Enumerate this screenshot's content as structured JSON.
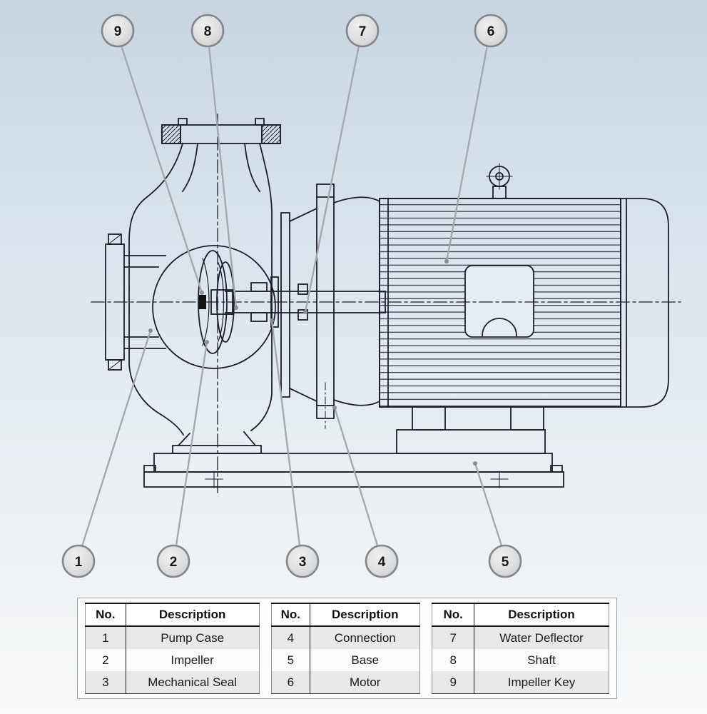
{
  "balloons": [
    {
      "label": "9"
    },
    {
      "label": "8"
    },
    {
      "label": "7"
    },
    {
      "label": "6"
    },
    {
      "label": "1"
    },
    {
      "label": "2"
    },
    {
      "label": "3"
    },
    {
      "label": "4"
    },
    {
      "label": "5"
    }
  ],
  "tables": [
    {
      "headers": {
        "no": "No.",
        "desc": "Description"
      },
      "rows": [
        {
          "no": "1",
          "desc": "Pump Case"
        },
        {
          "no": "2",
          "desc": "Impeller"
        },
        {
          "no": "3",
          "desc": "Mechanical Seal"
        }
      ]
    },
    {
      "headers": {
        "no": "No.",
        "desc": "Description"
      },
      "rows": [
        {
          "no": "4",
          "desc": "Connection"
        },
        {
          "no": "5",
          "desc": "Base"
        },
        {
          "no": "6",
          "desc": "Motor"
        }
      ]
    },
    {
      "headers": {
        "no": "No.",
        "desc": "Description"
      },
      "rows": [
        {
          "no": "7",
          "desc": "Water Deflector"
        },
        {
          "no": "8",
          "desc": "Shaft"
        },
        {
          "no": "9",
          "desc": "Impeller Key"
        }
      ]
    }
  ],
  "colors": {
    "background_top": "#c8d5e1",
    "background_bottom": "#f1f4f6",
    "line": "#1d1d2b",
    "leader": "#a5a9ad",
    "balloon_fill": "#dadbdc",
    "balloon_border": "#83878c",
    "table_alt_row": "#e7e9e9"
  }
}
